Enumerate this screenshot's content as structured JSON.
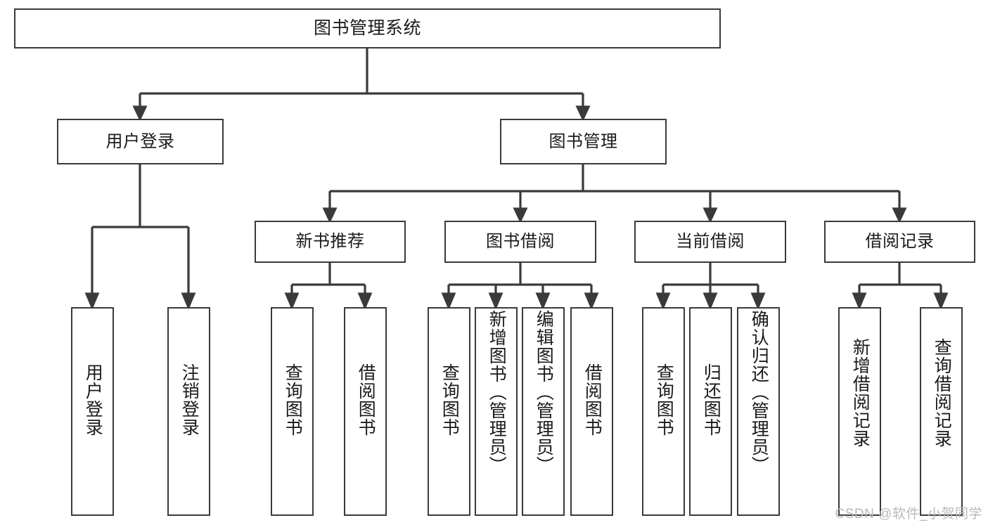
{
  "diagram": {
    "title": "图书管理系统",
    "type": "tree",
    "watermark": "CSDN @软件_小贺同学",
    "colors": {
      "box_border": "#3a3a3a",
      "box_fill": "#ffffff",
      "edge": "#3a3a3a",
      "text": "#1a1a1a",
      "watermark": "#b9b9b9",
      "background": "#ffffff"
    },
    "levels": {
      "root": {
        "label": "图书管理系统"
      },
      "level2": [
        {
          "id": "user-login",
          "label": "用户登录"
        },
        {
          "id": "book-management",
          "label": "图书管理"
        }
      ],
      "level3": [
        {
          "id": "new-book-recommend",
          "label": "新书推荐",
          "parent": "book-management"
        },
        {
          "id": "book-borrow",
          "label": "图书借阅",
          "parent": "book-management"
        },
        {
          "id": "current-borrow",
          "label": "当前借阅",
          "parent": "book-management"
        },
        {
          "id": "borrow-record",
          "label": "借阅记录",
          "parent": "book-management"
        }
      ],
      "leaves": [
        {
          "id": "leaf-user-login",
          "label": "用户登录",
          "parent": "user-login"
        },
        {
          "id": "leaf-logout-login",
          "label": "注销登录",
          "parent": "user-login"
        },
        {
          "id": "leaf-query-book-1",
          "label": "查询图书",
          "parent": "new-book-recommend"
        },
        {
          "id": "leaf-borrow-book-1",
          "label": "借阅图书",
          "parent": "new-book-recommend"
        },
        {
          "id": "leaf-query-book-2",
          "label": "查询图书",
          "parent": "book-borrow"
        },
        {
          "id": "leaf-add-book",
          "label": "新增图书（管理员）",
          "parent": "book-borrow"
        },
        {
          "id": "leaf-edit-book",
          "label": "编辑图书（管理员）",
          "parent": "book-borrow"
        },
        {
          "id": "leaf-borrow-book-2",
          "label": "借阅图书",
          "parent": "book-borrow"
        },
        {
          "id": "leaf-query-book-3",
          "label": "查询图书",
          "parent": "current-borrow"
        },
        {
          "id": "leaf-return-book",
          "label": "归还图书",
          "parent": "current-borrow"
        },
        {
          "id": "leaf-confirm-return",
          "label": "确认归还（管理员）",
          "parent": "current-borrow"
        },
        {
          "id": "leaf-add-borrow-record",
          "label": "新增借阅记录",
          "parent": "borrow-record"
        },
        {
          "id": "leaf-query-borrow-record",
          "label": "查询借阅记录",
          "parent": "borrow-record"
        }
      ]
    }
  }
}
